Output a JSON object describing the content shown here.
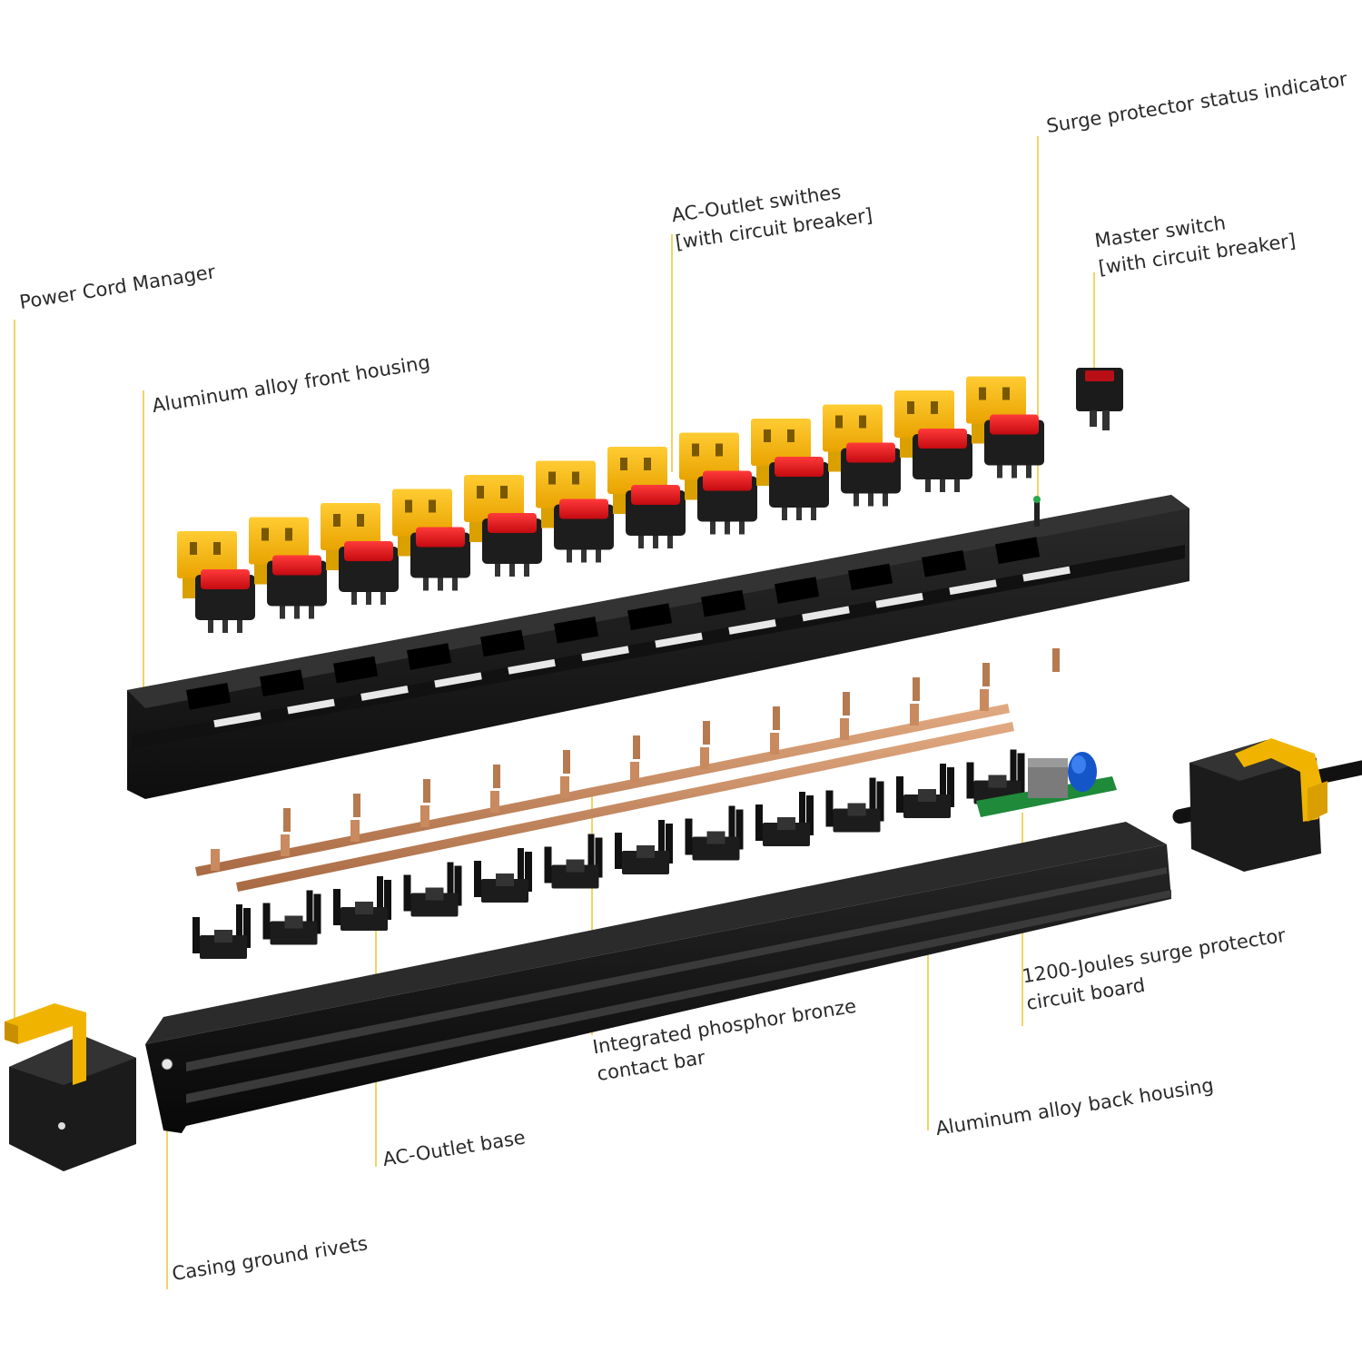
{
  "labels": {
    "power_cord_manager": "Power Cord Manager",
    "front_housing": "Aluminum alloy front housing",
    "outlet_switches_1": "AC-Outlet swithes",
    "outlet_switches_2": "[with circuit breaker]",
    "status_indicator": "Surge protector status indicator",
    "master_switch_1": "Master switch",
    "master_switch_2": "[with circuit breaker]",
    "surge_board_1": "1200-Joules surge protector",
    "surge_board_2": "circuit board",
    "contact_bar_1": "Integrated phosphor bronze",
    "contact_bar_2": "contact bar",
    "back_housing": "Aluminum alloy back housing",
    "outlet_base": "AC-Outlet base",
    "ground_rivets": "Casing ground rivets"
  },
  "colors": {
    "leader_yellow": "#e6b800",
    "outlet_yellow": "#f4b400",
    "switch_red": "#e8111b",
    "housing_black": "#1a1a1a",
    "bronze": "#c88a5e",
    "pcb_green": "#1f8a3a",
    "capacitor_blue": "#1456c8"
  },
  "parts": {
    "outlet_count": 12
  }
}
